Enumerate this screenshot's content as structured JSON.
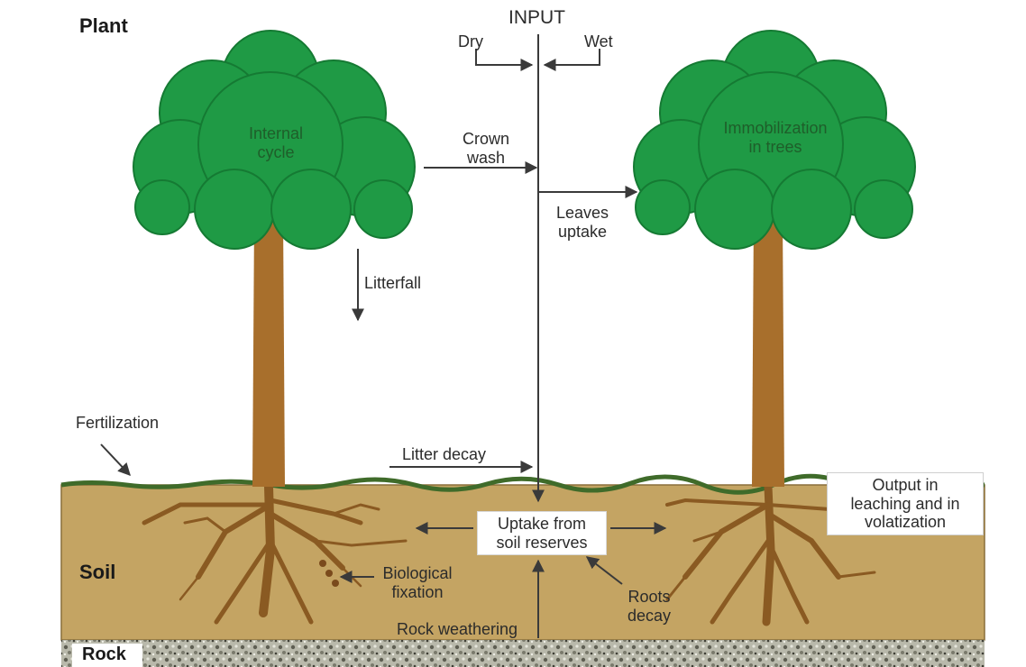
{
  "sections": {
    "plant": "Plant",
    "soil": "Soil",
    "rock": "Rock"
  },
  "input": {
    "title": "INPUT",
    "dry": "Dry",
    "wet": "Wet"
  },
  "labels": {
    "internal_cycle": [
      "Internal",
      "cycle"
    ],
    "immobilization": [
      "Immobilization",
      "in trees"
    ],
    "crown_wash": [
      "Crown",
      "wash"
    ],
    "leaves_uptake": [
      "Leaves",
      "uptake"
    ],
    "litterfall": "Litterfall",
    "fertilization": "Fertilization",
    "litter_decay": "Litter decay",
    "uptake_soil": [
      "Uptake from",
      "soil reserves"
    ],
    "output": [
      "Output in",
      "leaching and in",
      "volatization"
    ],
    "biological_fixation": [
      "Biological",
      "fixation"
    ],
    "roots_decay": [
      "Roots",
      "decay"
    ],
    "rock_weathering": "Rock weathering"
  },
  "colors": {
    "canopy": "#1f9a45",
    "canopy_edge": "#157a33",
    "trunk": "#a86f2c",
    "soil": "#c4a463",
    "soil_edge": "#8a6f3a",
    "grass": "#3f6b2a",
    "rock": "#9a9a8a",
    "arrow": "#3a3a3a"
  }
}
